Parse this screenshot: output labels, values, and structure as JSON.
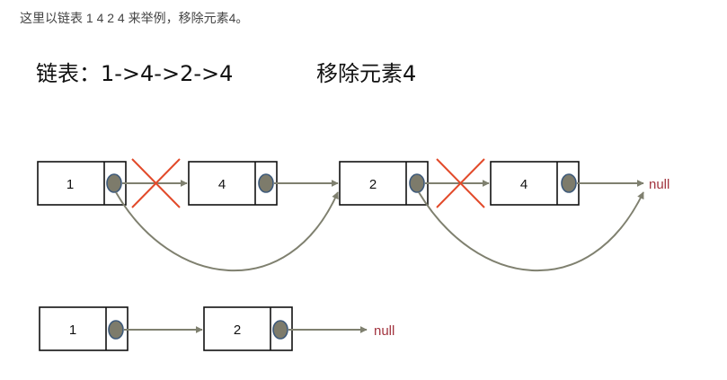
{
  "intro": "这里以链表 1 4 2 4 来举例，移除元素4。",
  "diagram": {
    "title_left": "链表：1->4->2->4",
    "title_right": "移除元素4",
    "null_label": "null",
    "colors": {
      "pointer_fill": "#7d7b6b",
      "pointer_stroke": "#3e5a7a",
      "arrow": "#7f806f",
      "cross": "#e24a2a",
      "null_text": "#a2343f"
    },
    "before_list": {
      "values": [
        "1",
        "4",
        "2",
        "4"
      ],
      "removed": [
        false,
        true,
        false,
        true
      ]
    },
    "after_list": {
      "values": [
        "1",
        "2"
      ]
    }
  }
}
